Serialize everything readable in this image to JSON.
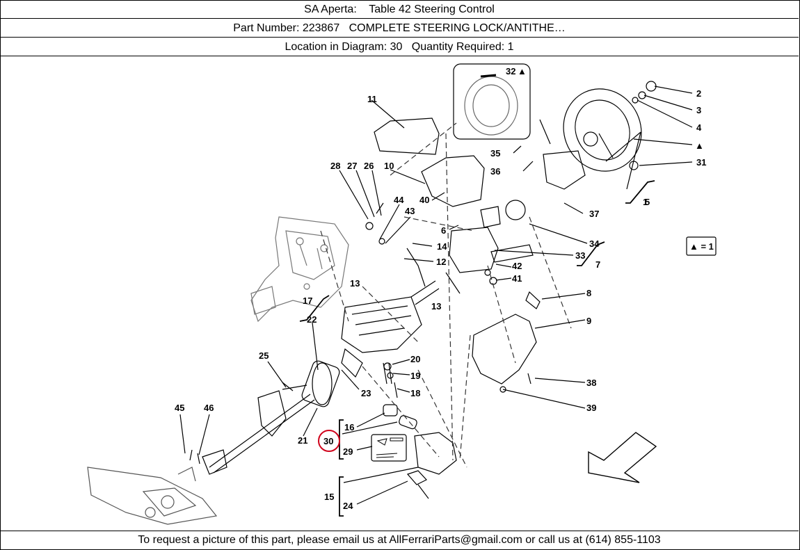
{
  "header": {
    "model": "SA Aperta:",
    "table": "Table 42 Steering Control",
    "part_label": "Part Number: 223867",
    "part_desc": "COMPLETE STEERING LOCK/ANTITHE…",
    "location_label": "Location in Diagram: 30",
    "quantity_label": "Quantity Required: 1"
  },
  "diagram": {
    "callouts": [
      "1",
      "2",
      "3",
      "4",
      "5",
      "6",
      "7",
      "8",
      "9",
      "10",
      "11",
      "12",
      "13",
      "13",
      "14",
      "15",
      "16",
      "17",
      "18",
      "19",
      "20",
      "21",
      "22",
      "23",
      "24",
      "25",
      "26",
      "27",
      "28",
      "29",
      "30",
      "31",
      "32",
      "33",
      "34",
      "35",
      "36",
      "37",
      "38",
      "39",
      "40",
      "41",
      "42",
      "43",
      "44",
      "45",
      "46"
    ],
    "legend": "▲ = 1",
    "triangle_marker": "▲",
    "highlighted_callout": "30",
    "highlight_color": "#d0021b"
  },
  "footer": {
    "text": "To request a picture of this part, please email us at AllFerrariParts@gmail.com or call us at (614) 855-1103"
  }
}
